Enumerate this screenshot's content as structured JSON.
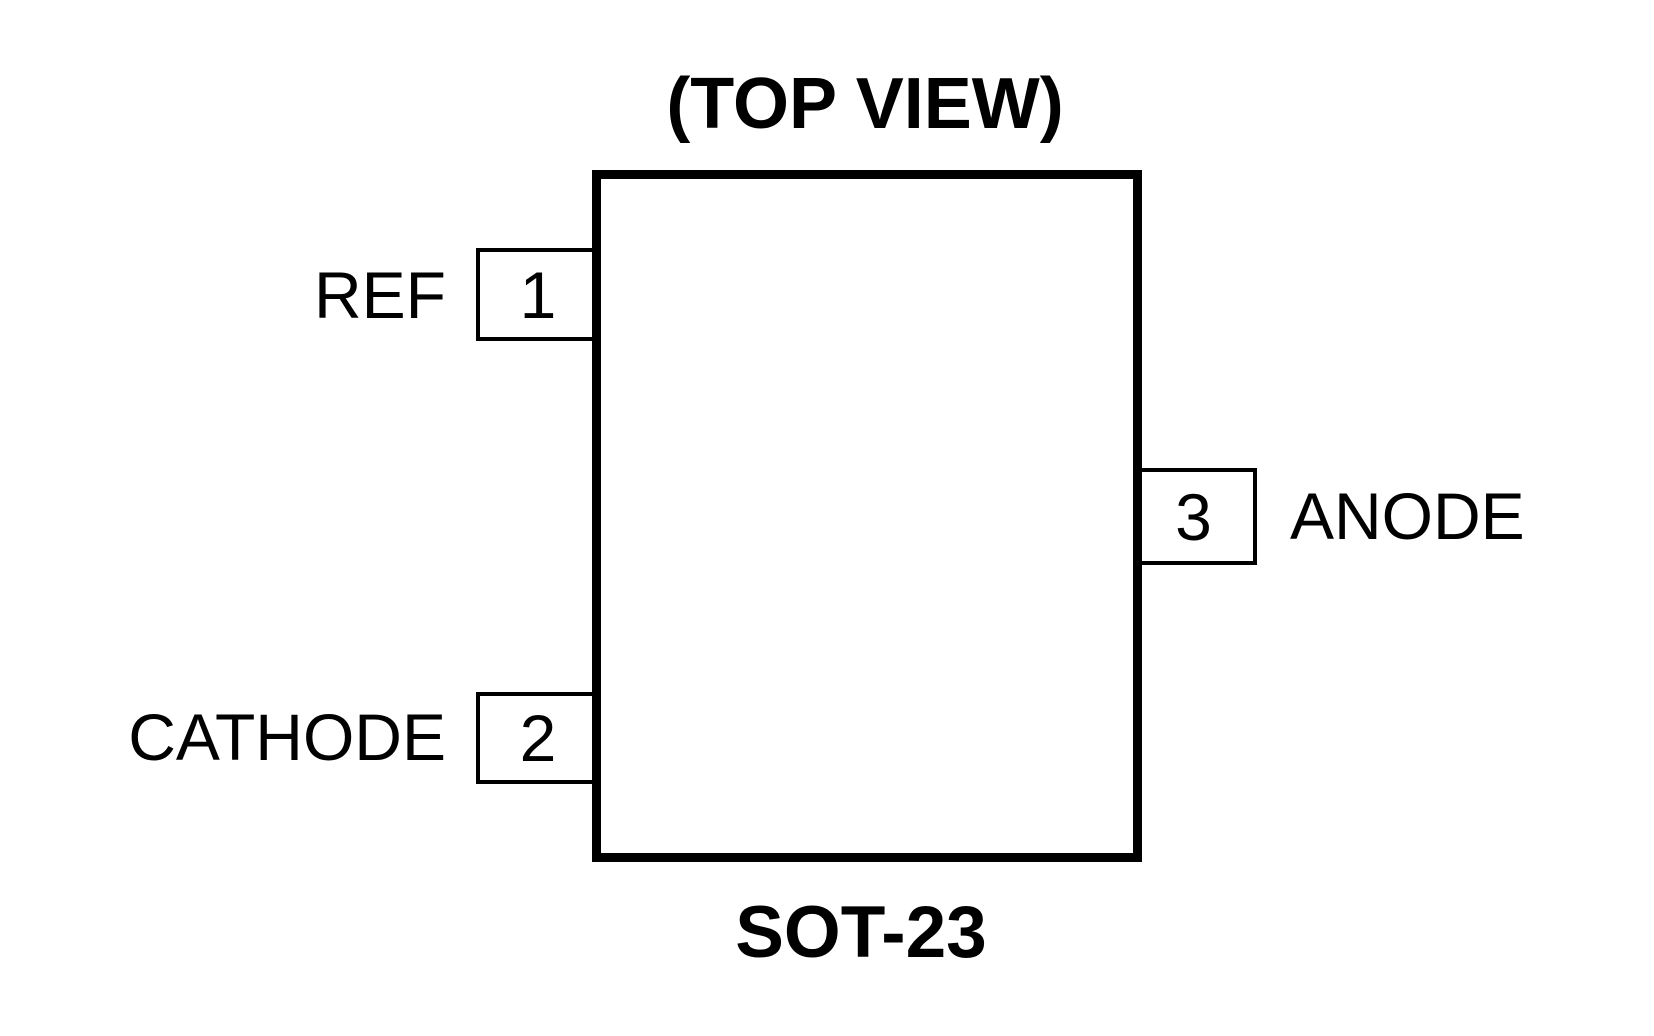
{
  "diagram": {
    "title": "(TOP VIEW)",
    "package": "SOT-23",
    "colors": {
      "line": "#000000",
      "text": "#000000",
      "background": "#ffffff"
    },
    "pins": [
      {
        "number": "1",
        "name": "REF",
        "side": "left"
      },
      {
        "number": "2",
        "name": "CATHODE",
        "side": "left"
      },
      {
        "number": "3",
        "name": "ANODE",
        "side": "right"
      }
    ]
  }
}
